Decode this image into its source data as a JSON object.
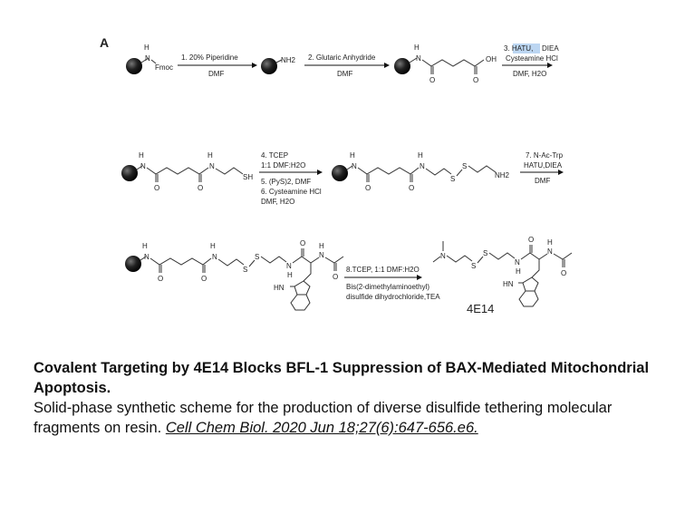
{
  "panel_label": "A",
  "reagents": {
    "r1_top": "1. 20% Piperidine",
    "r1_bottom": "DMF",
    "r2_top": "2. Glutaric Anhydride",
    "r2_bottom": "DMF",
    "r3_hatu": "3. HATU,",
    "r3_diea": "DIEA",
    "r3_line2": "Cysteamine HCl",
    "r3_line3": "DMF, H2O",
    "r4_line1": "4. TCEP",
    "r4_line2": "1:1 DMF:H2O",
    "r4_line3": "5. (PyS)2, DMF",
    "r4_line4": "6. Cysteamine HCl",
    "r4_line5": "DMF, H2O",
    "r7_line1": "7. N-Ac-Trp",
    "r7_line2": "HATU,DIEA",
    "r7_line3": "DMF",
    "r8_line1": "8.TCEP, 1:1 DMF:H2O",
    "r8_line2": "Bis(2-dimethylaminoethyl)",
    "r8_line3": "disulfide dihydrochloride,TEA"
  },
  "atoms": {
    "H": "H",
    "N": "N",
    "Fmoc": "Fmoc",
    "NH2": "NH2",
    "OH": "OH",
    "O": "O",
    "SH": "SH",
    "S": "S",
    "HN": "HN"
  },
  "product_label": "4E14",
  "highlight_color": "#bcd6f2",
  "caption": {
    "title": "Covalent Targeting by 4E14 Blocks BFL-1 Suppression of BAX-Mediated Mitochondrial Apoptosis.",
    "body": "Solid-phase synthetic scheme for the production of diverse disulfide tethering molecular fragments on resin.",
    "citation": "Cell Chem Biol. 2020 Jun 18;27(6):647-656.e6."
  }
}
